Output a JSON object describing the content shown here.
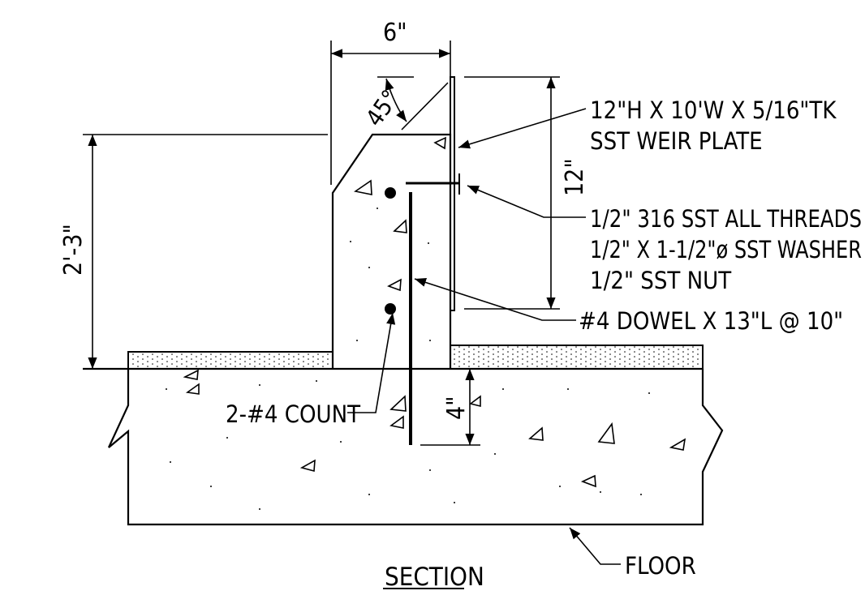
{
  "drawing": {
    "dimensions": {
      "width_top": "6\"",
      "height_wall": "2'-3\"",
      "height_plate": "12\"",
      "embed_depth": "4\"",
      "chamfer_angle": "45°"
    },
    "callouts": {
      "weir_plate_line1": "12\"H X 10'W X 5/16\"TK",
      "weir_plate_line2": "SST WEIR PLATE",
      "threads_line1": "1/2\" 316 SST ALL THREADS",
      "threads_line2": "1/2\" X 1-1/2\"ø SST WASHER",
      "threads_line3": "1/2\" SST NUT",
      "dowel": "#4 DOWEL X 13\"L @ 10\"",
      "count": "2-#4 COUNT",
      "floor": "FLOOR"
    },
    "title": "SECTION"
  }
}
